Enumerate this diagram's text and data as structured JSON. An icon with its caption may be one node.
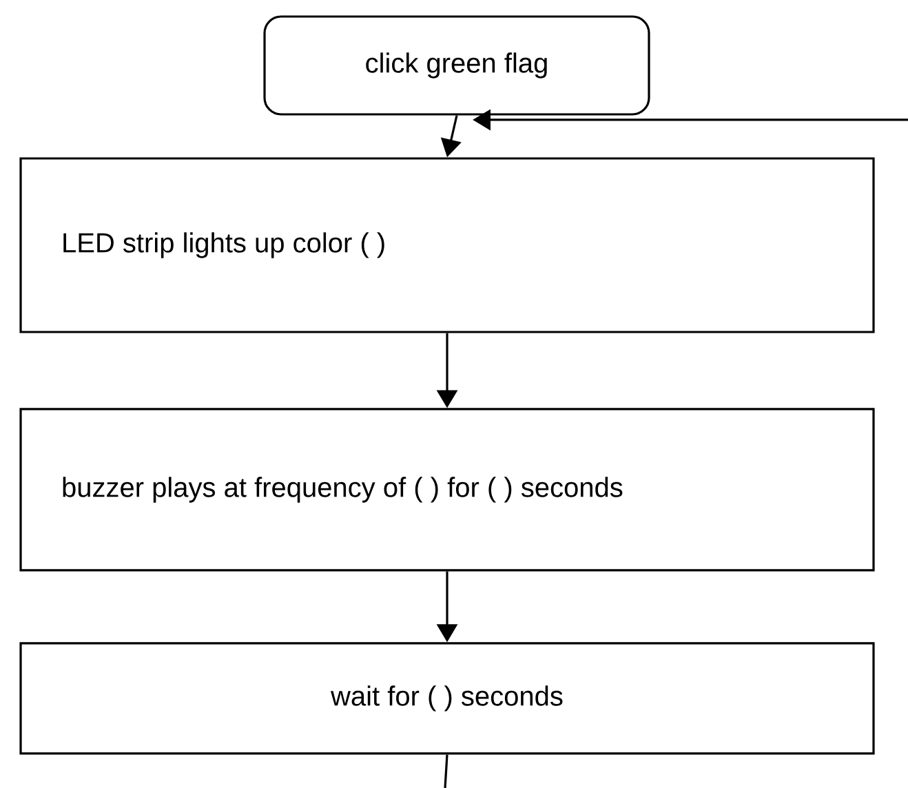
{
  "diagram": {
    "nodes": [
      {
        "text": [
          "click green flag"
        ]
      },
      {
        "text": [
          "LED strip lights up color ( )"
        ]
      },
      {
        "text": [
          "buzzer plays at frequency of ( ) for ( ) seconds"
        ]
      },
      {
        "text": [
          "wait for ( ) seconds"
        ]
      }
    ],
    "edges": [
      {
        "from": 0,
        "to": 1,
        "arrow": "to"
      },
      {
        "from": 1,
        "to": 2,
        "arrow": "to"
      },
      {
        "from": 2,
        "to": 3,
        "arrow": "to"
      },
      {
        "from": null,
        "to": 1,
        "arrow": "to"
      },
      {
        "from": 3,
        "to": null,
        "arrow": "none"
      }
    ]
  }
}
